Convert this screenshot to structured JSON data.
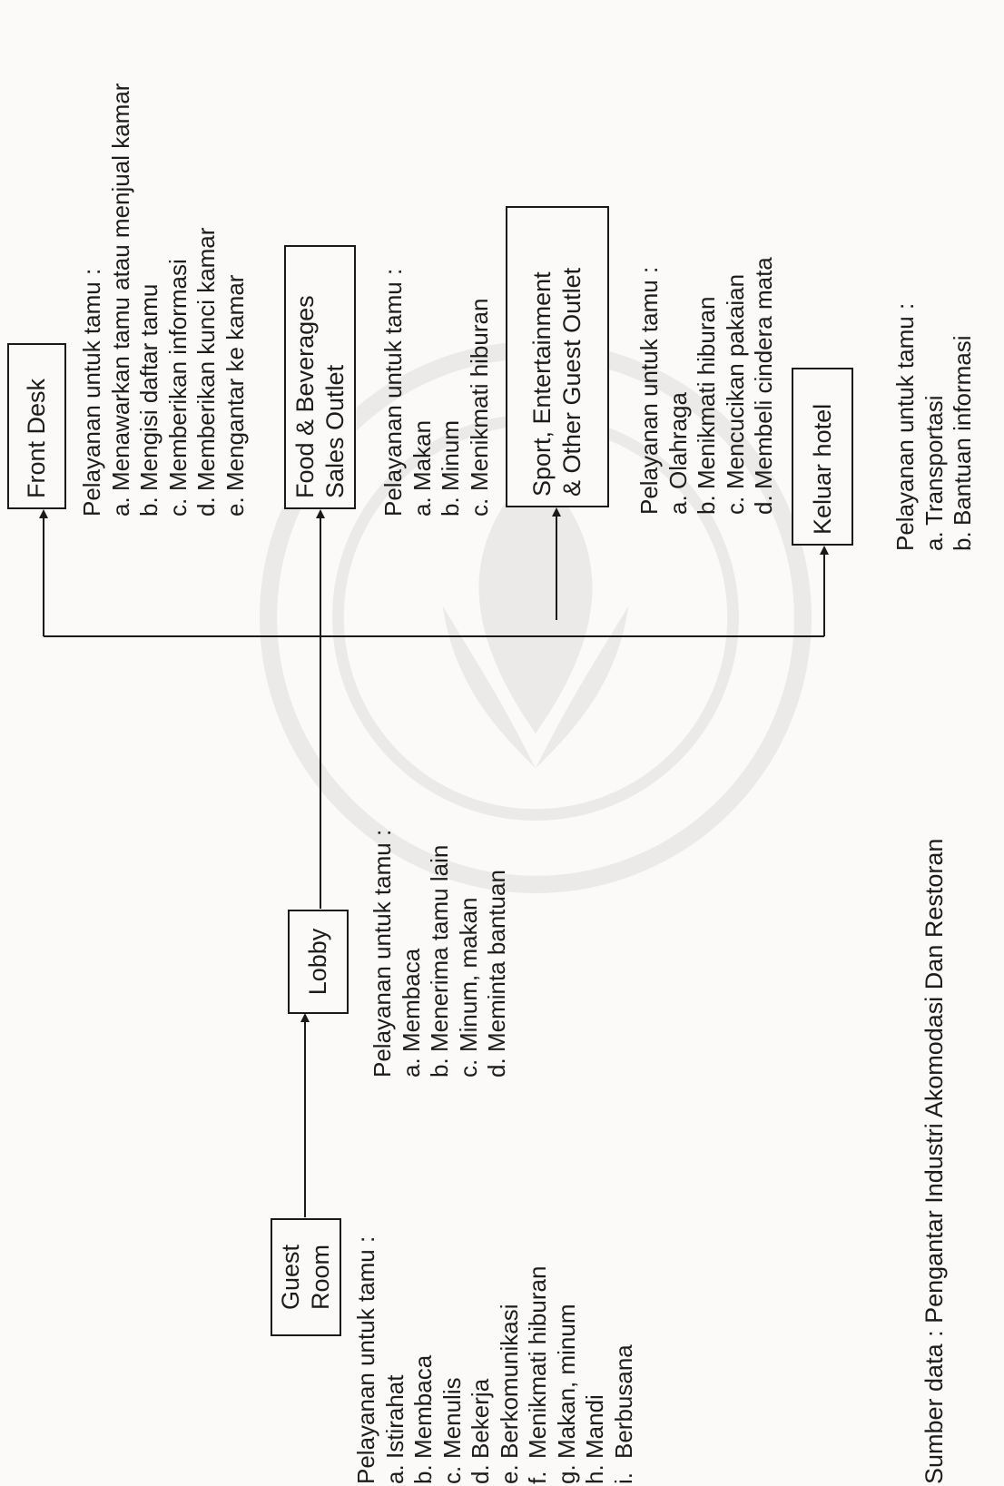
{
  "nodes": {
    "guest_room": [
      "Guest",
      "Room"
    ],
    "lobby": [
      "Lobby"
    ],
    "front_desk": [
      "Front Desk"
    ],
    "food_beverages": [
      "Food & Beverages",
      "Sales Outlet"
    ],
    "sport_outlet": [
      "Sport, Entertainment",
      "& Other Guest Outlet"
    ],
    "keluar_hotel": [
      "Keluar hotel"
    ]
  },
  "services": {
    "guest_room": {
      "heading": "Pelayanan untuk tamu :",
      "items": [
        {
          "marker": "a.",
          "text": "Istirahat"
        },
        {
          "marker": "b.",
          "text": "Membaca"
        },
        {
          "marker": "c.",
          "text": "Menulis"
        },
        {
          "marker": "d.",
          "text": "Bekerja"
        },
        {
          "marker": "e.",
          "text": "Berkomunikasi"
        },
        {
          "marker": "f.",
          "text": "Menikmati hiburan"
        },
        {
          "marker": "g.",
          "text": "Makan, minum"
        },
        {
          "marker": "h.",
          "text": "Mandi"
        },
        {
          "marker": "i.",
          "text": "Berbusana"
        }
      ]
    },
    "lobby": {
      "heading": "Pelayanan untuk tamu :",
      "items": [
        {
          "marker": "a.",
          "text": "Membaca"
        },
        {
          "marker": "b.",
          "text": "Menerima tamu lain"
        },
        {
          "marker": "c.",
          "text": "Minum, makan"
        },
        {
          "marker": "d.",
          "text": "Meminta bantuan"
        }
      ]
    },
    "front_desk": {
      "heading": "Pelayanan untuk tamu :",
      "items": [
        {
          "marker": "a.",
          "text": "Menawarkan tamu atau menjual kamar"
        },
        {
          "marker": "b.",
          "text": "Mengisi daftar tamu"
        },
        {
          "marker": "c.",
          "text": "Memberikan informasi"
        },
        {
          "marker": "d.",
          "text": "Memberikan kunci kamar"
        },
        {
          "marker": "e.",
          "text": "Mengantar ke kamar"
        }
      ]
    },
    "food_beverages": {
      "heading": "Pelayanan untuk tamu :",
      "items": [
        {
          "marker": "a.",
          "text": "Makan"
        },
        {
          "marker": "b.",
          "text": "Minum"
        },
        {
          "marker": "c.",
          "text": "Menikmati hiburan"
        }
      ]
    },
    "sport_outlet": {
      "heading": "Pelayanan untuk tamu :",
      "items": [
        {
          "marker": "a.",
          "text": "Olahraga"
        },
        {
          "marker": "b.",
          "text": "Menikmati hiburan"
        },
        {
          "marker": "c.",
          "text": "Mencucikan pakaian"
        },
        {
          "marker": "d.",
          "text": "Membeli cindera mata"
        }
      ]
    },
    "keluar_hotel": {
      "heading": "Pelayanan untuk tamu :",
      "items": [
        {
          "marker": "a.",
          "text": "Transportasi"
        },
        {
          "marker": "b.",
          "text": "Bantuan informasi"
        }
      ]
    }
  },
  "source": "Sumber data : Pengantar Industri Akomodasi Dan Restoran",
  "colors": {
    "line": "#1a1a1a",
    "text": "#1c1c1c",
    "background": "#fbfaf8"
  }
}
